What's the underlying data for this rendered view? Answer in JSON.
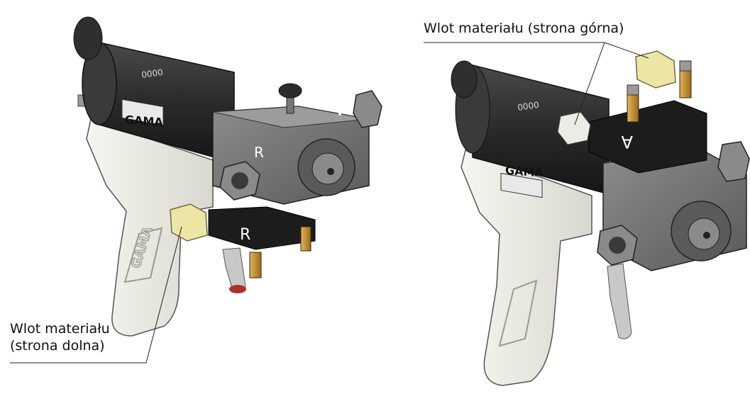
{
  "callouts": {
    "bottom_inlet": {
      "line1": "Wlot materiału",
      "line2": "(strona dolna)"
    },
    "top_inlet": {
      "text": "Wlot materiału (strona górna)"
    }
  },
  "gun_markings": {
    "brand": "GAMA",
    "serial_dots": "0000",
    "port_a": "A",
    "port_r": "R"
  },
  "colors": {
    "body_black": "#2a2a2a",
    "block_grey": "#6e6e6e",
    "handle_white": "#ecebe4",
    "fitting_yellow": "#ede5a6",
    "brass": "#c08a2e",
    "trigger_red": "#a8322c"
  }
}
